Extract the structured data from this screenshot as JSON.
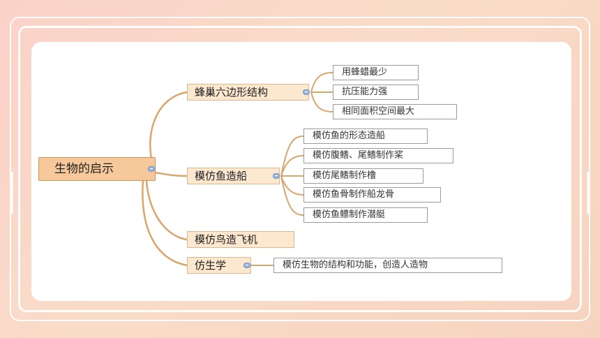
{
  "mindmap": {
    "root": "生物的启示",
    "branches": [
      {
        "label": "蜂巢六边形结构",
        "children": [
          "用蜂蜡最少",
          "抗压能力强",
          "相同面积空间最大"
        ]
      },
      {
        "label": "模仿鱼造船",
        "children": [
          "模仿鱼的形态造船",
          "模仿腹鳍、尾鳍制作桨",
          "模仿尾鳍制作橹",
          "模仿鱼骨制作船龙骨",
          "模仿鱼鳔制作潜艇"
        ]
      },
      {
        "label": "模仿鸟造飞机",
        "children": []
      },
      {
        "label": "仿生学",
        "children": [
          "模仿生物的结构和功能，创造人造物"
        ]
      }
    ]
  },
  "colors": {
    "connector": "#d9a66a",
    "root_fill": "#f7c99a",
    "branch_fill": "#fbe8cf",
    "collapse_icon": "#9db6dd"
  }
}
